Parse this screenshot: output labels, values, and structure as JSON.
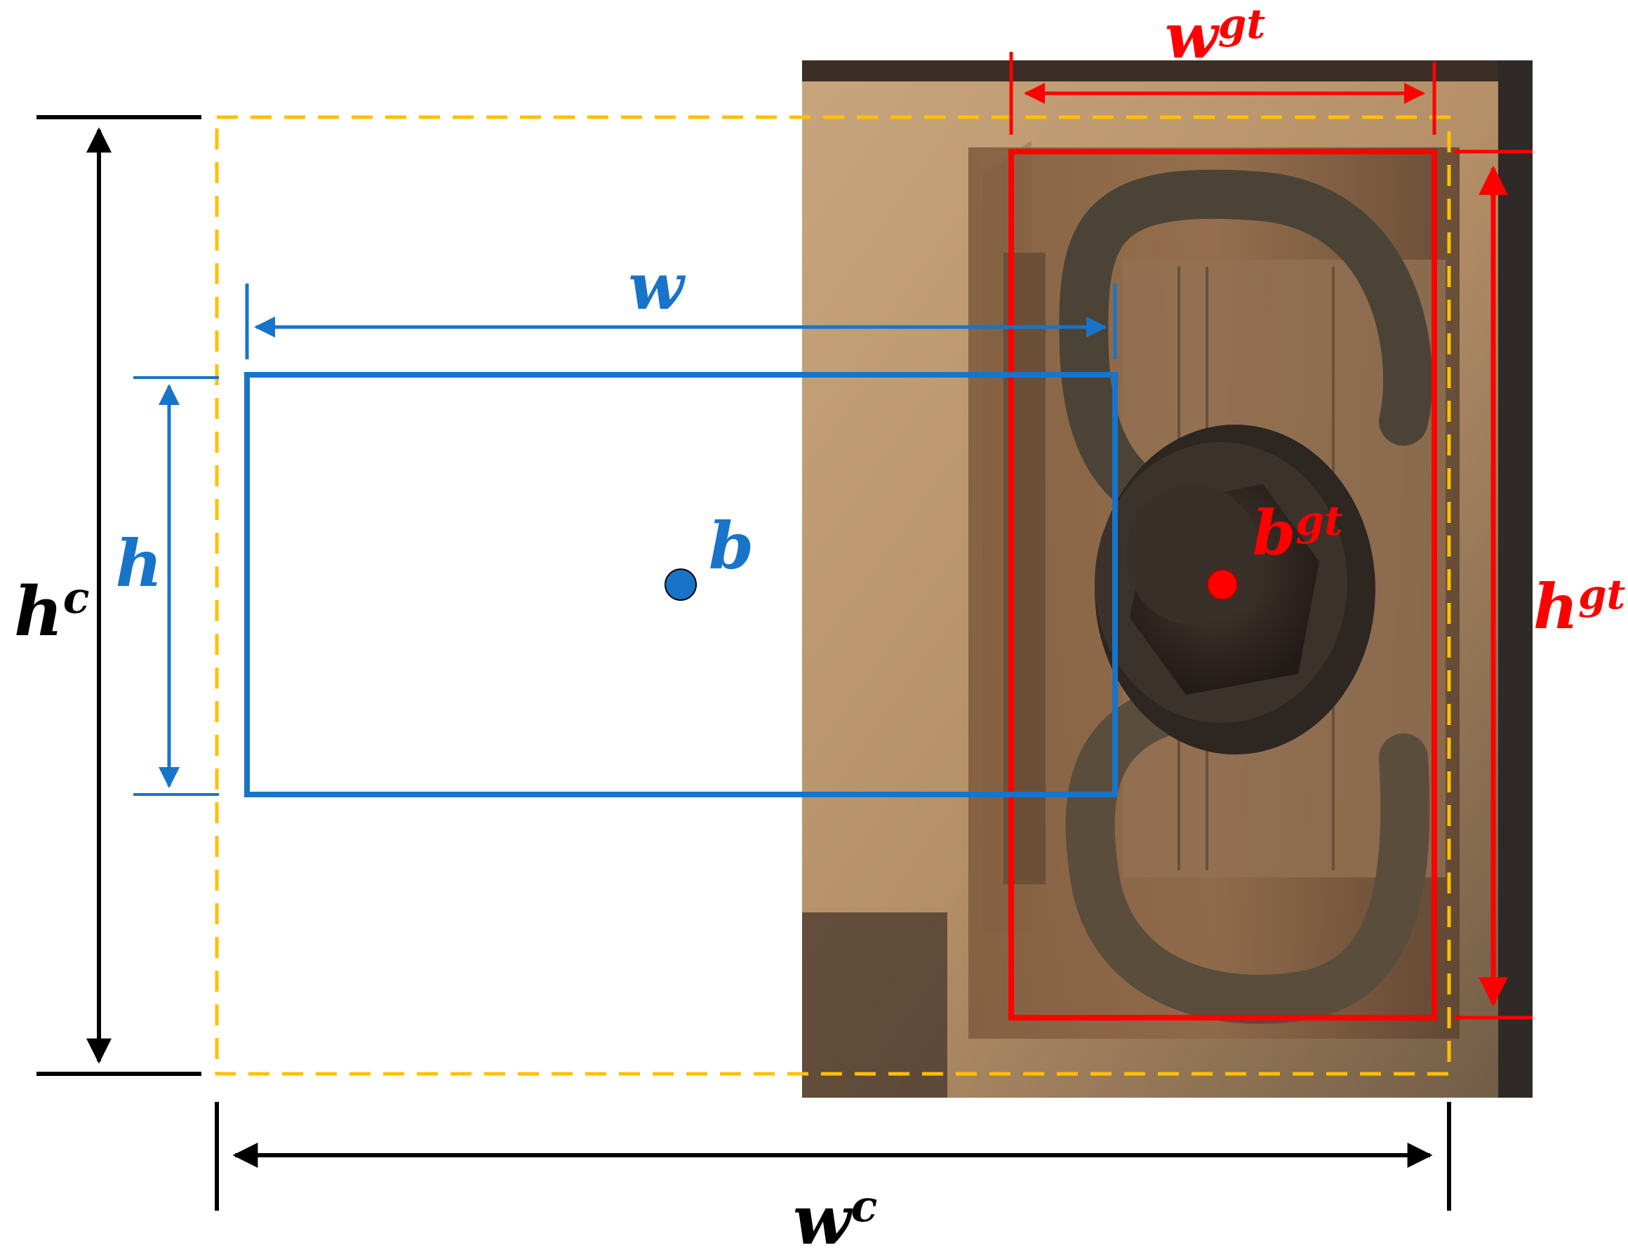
{
  "labels": {
    "w": "w",
    "h": "h",
    "b": "b",
    "wgt_base": "w",
    "wgt_sup": "gt",
    "hgt_base": "h",
    "hgt_sup": "gt",
    "bgt_base": "b",
    "bgt_sup": "gt",
    "hc_base": "h",
    "hc_sup": "c",
    "wc_base": "w",
    "wc_sup": "c"
  },
  "colors": {
    "predicted_box": "#1874c8",
    "ground_truth_box": "#ff0000",
    "enclosing_box": "#ffc000",
    "dimension_black": "#000000"
  },
  "photo": {
    "subject": "rail fastener clip on concrete sleeper"
  }
}
